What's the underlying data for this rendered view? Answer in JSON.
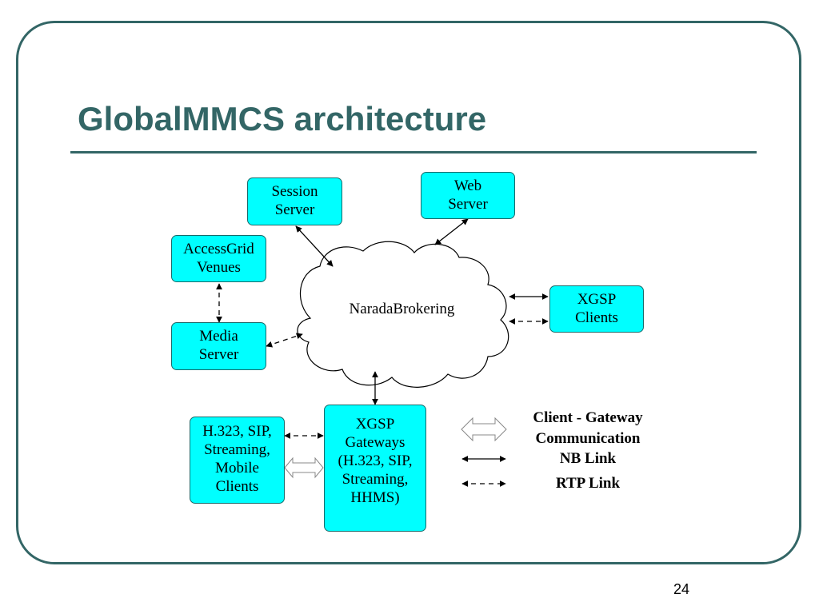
{
  "slide": {
    "title": "GlobalMMCS architecture",
    "page_number": "24"
  },
  "diagram": {
    "cloud_label": "NaradaBrokering",
    "nodes": {
      "session_server": "Session\nServer",
      "web_server": "Web\nServer",
      "accessgrid_venues": "AccessGrid\nVenues",
      "media_server": "Media\nServer",
      "xgsp_clients": "XGSP\nClients",
      "xgsp_gateways": "XGSP\nGateways\n(H.323, SIP,\nStreaming,\nHHMS)",
      "h323_clients": "H.323, SIP,\nStreaming,\nMobile\nClients"
    },
    "legend": {
      "client_gateway": "Client - Gateway\nCommunication",
      "nb_link": "NB Link",
      "rtp_link": "RTP Link"
    }
  },
  "colors": {
    "accent": "#336666",
    "box_fill": "#00ffff"
  }
}
